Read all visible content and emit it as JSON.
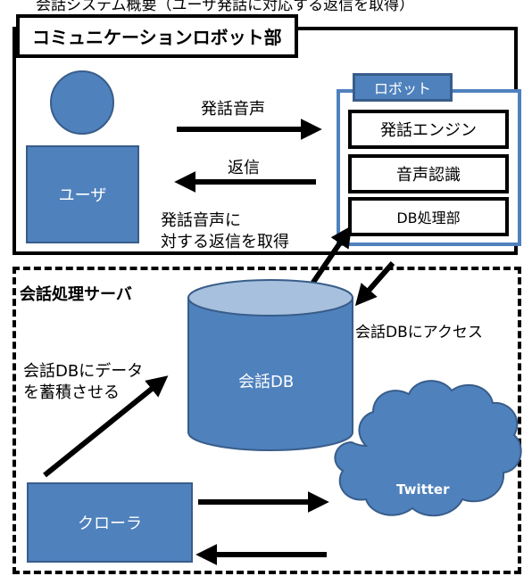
{
  "top_clipped_text": "会話システム概要（ユーザ発話に対応する返信を取得）",
  "comm_robot_section": {
    "title": "コミュニケーションロボット部"
  },
  "user": {
    "label": "ユーザ"
  },
  "robot": {
    "tag": "ロボット",
    "modules": [
      "発話エンジン",
      "音声認識",
      "DB処理部"
    ]
  },
  "arrows": {
    "utterance_voice": "発話音声",
    "reply": "返信",
    "get_reply_line1": "発話音声に",
    "get_reply_line2": "対する返信を取得",
    "access_db": "会話DBにアクセス",
    "store_data_line1": "会話DBにデータ",
    "store_data_line2": "を蓄積させる"
  },
  "server_section": {
    "title": "会話処理サーバ"
  },
  "database": {
    "label": "会話DB"
  },
  "crawler": {
    "label": "クローラ"
  },
  "cloud": {
    "label": "Twitter"
  },
  "colors": {
    "shape_fill": "#4f81bd",
    "shape_stroke": "#385d8a",
    "line": "#000000"
  }
}
